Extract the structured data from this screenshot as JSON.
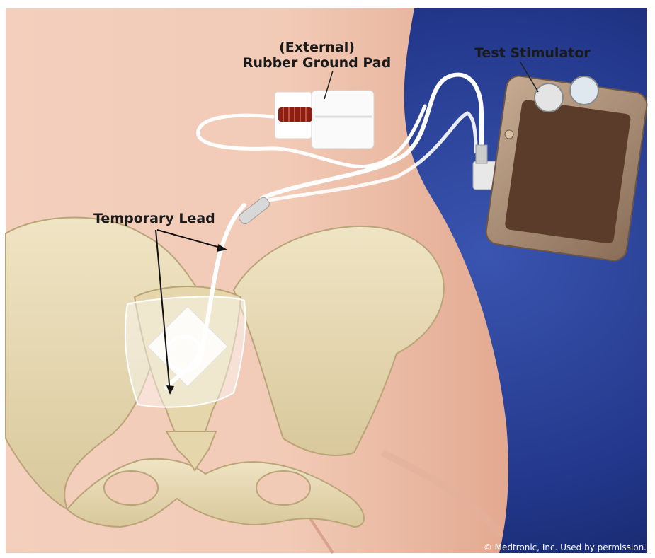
{
  "labels": {
    "ground_pad_line1": "(External)",
    "ground_pad_line2": "Rubber Ground Pad",
    "test_stimulator": "Test Stimulator",
    "temporary_lead": "Temporary Lead"
  },
  "credit": "© Medtronic, Inc. Used by permission.",
  "colors": {
    "skin": "#f1c9b6",
    "bone": "#e9dcb6",
    "background_blue": "#1b2f77",
    "stimulator_body": "#a68a72",
    "lead_wire": "#ffffff"
  }
}
